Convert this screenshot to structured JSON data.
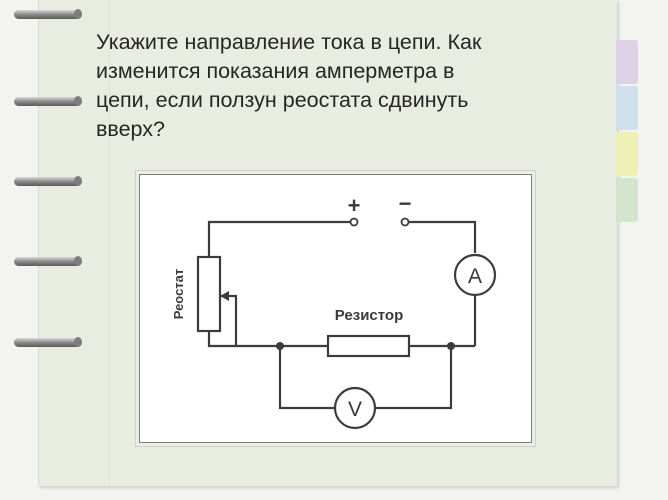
{
  "question": {
    "text": "Укажите направление тока в цепи.  Как\nизменится показания амперметра в\nцепи, если ползун реостата сдвинуть\nвверх?"
  },
  "circuit": {
    "plus_label": "+",
    "minus_label": "−",
    "ammeter_label": "A",
    "voltmeter_label": "V",
    "resistor_label": "Резистор",
    "rheostat_label": "Реостат"
  },
  "colors": {
    "page": "#e9ece1",
    "wire": "#3c3c3c",
    "tab_purple": "#ddd1e6",
    "tab_blue": "#cfe1ec",
    "tab_yellow": "#efefb6",
    "tab_green": "#d3e6cd"
  },
  "icons": [
    "binder-ring-icon",
    "ammeter-icon",
    "voltmeter-icon",
    "resistor-icon",
    "rheostat-icon",
    "terminal-icon"
  ]
}
